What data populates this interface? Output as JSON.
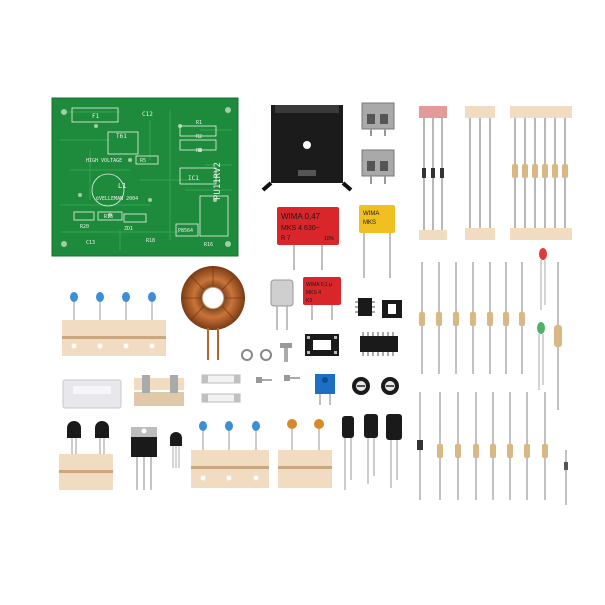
{
  "pcb": {
    "labels": {
      "f1": "F1",
      "c12": "C12",
      "t61": "T61",
      "high_voltage": "HIGH VOLTAGE",
      "r5": "R5",
      "r1": "R1",
      "r2": "R2",
      "r3": "R3",
      "ic1": "IC1",
      "l1": "L1",
      "velleman": "©VELLEMAN 2004",
      "kit_code": "PU11RV2",
      "r20": "R20",
      "r13": "R13",
      "zd1": "ZD1",
      "r18": "R18",
      "c13": "C13",
      "r16": "R16",
      "p8": "P8564"
    },
    "colors": {
      "board": "#1e8a3c",
      "trace": "#2fa04d",
      "silk": "#e9f2e9"
    }
  },
  "capacitors": {
    "large_red": {
      "line1": "WIMA 0,47",
      "line2": "MKS 4  630~",
      "line3": "R 7",
      "tol": "10%"
    },
    "yellow": {
      "line1": "WIMA",
      "line2": "MKS"
    },
    "small_red": {
      "line1": "WIMA 0,1 µ",
      "line2": "MKS 4",
      "line3": "K3"
    }
  },
  "colors": {
    "pcb_green": "#1e8a3c",
    "heatsink": "#1b1b1b",
    "wima_red": "#d8262a",
    "wima_yellow": "#f0c020",
    "tape": "#f1dcc1",
    "resistor_body": "#d9b883",
    "copper": "#b8632c",
    "terminal_blue": "#1c6fc2",
    "led_red": "#e03a3a",
    "led_green": "#4fb06a"
  }
}
